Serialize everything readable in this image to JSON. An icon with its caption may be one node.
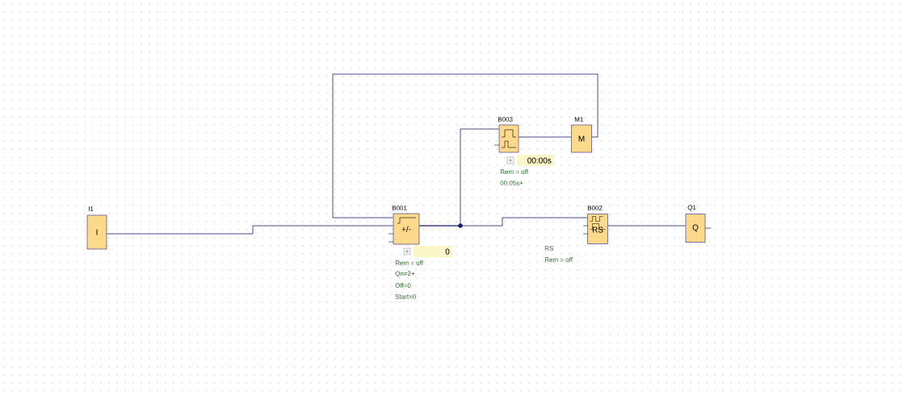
{
  "diagram": {
    "nodes": [
      {
        "text": [
          "I"
        ],
        "beside": [
          "I1"
        ]
      },
      {
        "text": [
          "+/-"
        ],
        "beside": [
          "B001",
          "0",
          "Rem = off",
          "Qn=2+",
          "Off=0",
          "Start=0"
        ]
      },
      {
        "text": [],
        "shape": "box",
        "beside": [
          "B003",
          "00:00s",
          "Rem = off",
          "00:05s+"
        ]
      },
      {
        "text": [
          "M"
        ],
        "beside": [
          "M1"
        ]
      },
      {
        "text": [
          "RS"
        ],
        "beside": [
          "B002",
          "RS",
          "Rem = off"
        ]
      },
      {
        "text": [
          "Q"
        ],
        "beside": [
          "Q1"
        ]
      }
    ],
    "edges": [
      {
        "from": 0,
        "to": 1,
        "arrow": "none"
      },
      {
        "from": 1,
        "to": 2,
        "arrow": "none"
      },
      {
        "from": 1,
        "to": 4,
        "arrow": "none"
      },
      {
        "from": 2,
        "to": 3,
        "arrow": "none"
      },
      {
        "from": 3,
        "to": 1,
        "arrow": "none"
      },
      {
        "from": 4,
        "to": 5,
        "arrow": "none"
      }
    ]
  }
}
